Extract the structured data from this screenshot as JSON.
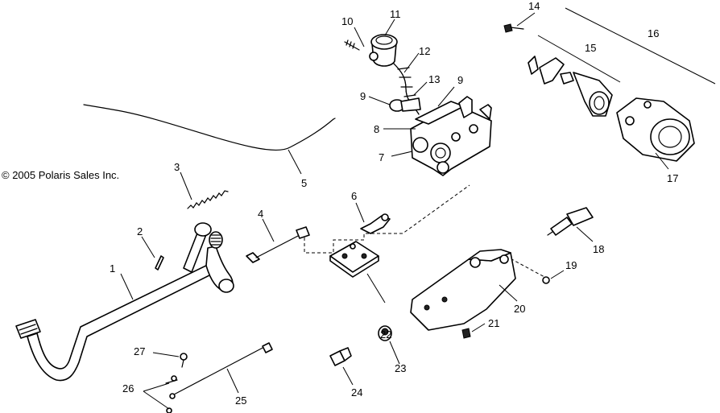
{
  "copyright": "© 2005 Polaris Sales Inc.",
  "labels": {
    "p1": "1",
    "p2": "2",
    "p3": "3",
    "p4": "4",
    "p5": "5",
    "p6": "6",
    "p7": "7",
    "p8": "8",
    "p9a": "9",
    "p9b": "9",
    "p10": "10",
    "p11": "11",
    "p12": "12",
    "p13": "13",
    "p14": "14",
    "p15": "15",
    "p16": "16",
    "p17": "17",
    "p18": "18",
    "p19": "19",
    "p20": "20",
    "p21": "21",
    "p22": "22",
    "p23": "23",
    "p24": "24",
    "p25": "25",
    "p26": "26",
    "p27": "27"
  }
}
